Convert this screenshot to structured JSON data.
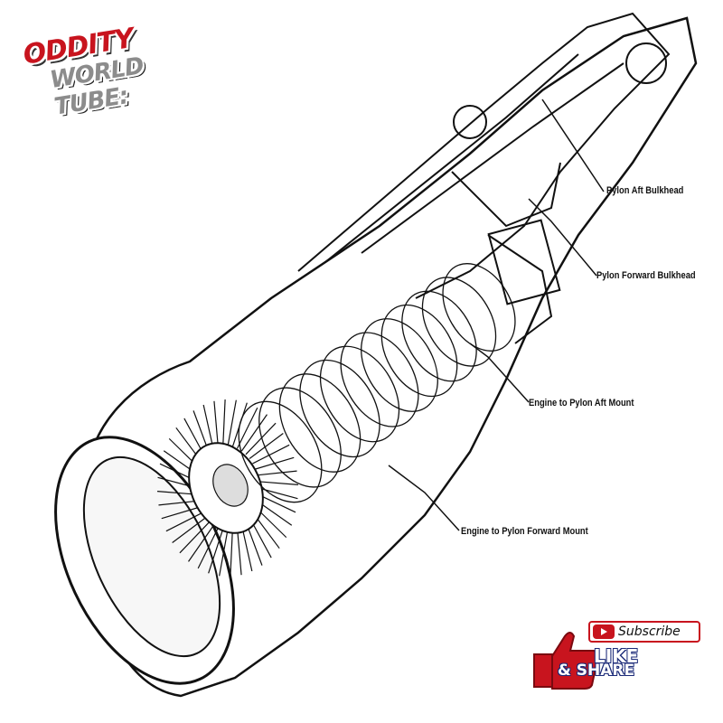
{
  "logo": {
    "line1": "ODDITY",
    "line2": "WORLD TUBE:"
  },
  "labels": {
    "pylon_aft_bulkhead": "Pylon Aft Bulkhead",
    "pylon_forward_bulkhead": "Pylon Forward Bulkhead",
    "engine_to_pylon_aft_mount": "Engine to Pylon Aft Mount",
    "engine_to_pylon_forward_mount": "Engine to Pylon Forward Mount"
  },
  "cta": {
    "subscribe": "Subscribe",
    "like": "LIKE",
    "share": "& SHARE"
  },
  "colors": {
    "brand_red": "#c8141e",
    "logo_grey": "#8c8c8c",
    "ink": "#111111",
    "share_blue": "#1b2a78"
  },
  "icons": [
    "youtube-play-icon",
    "thumbs-up-icon"
  ]
}
